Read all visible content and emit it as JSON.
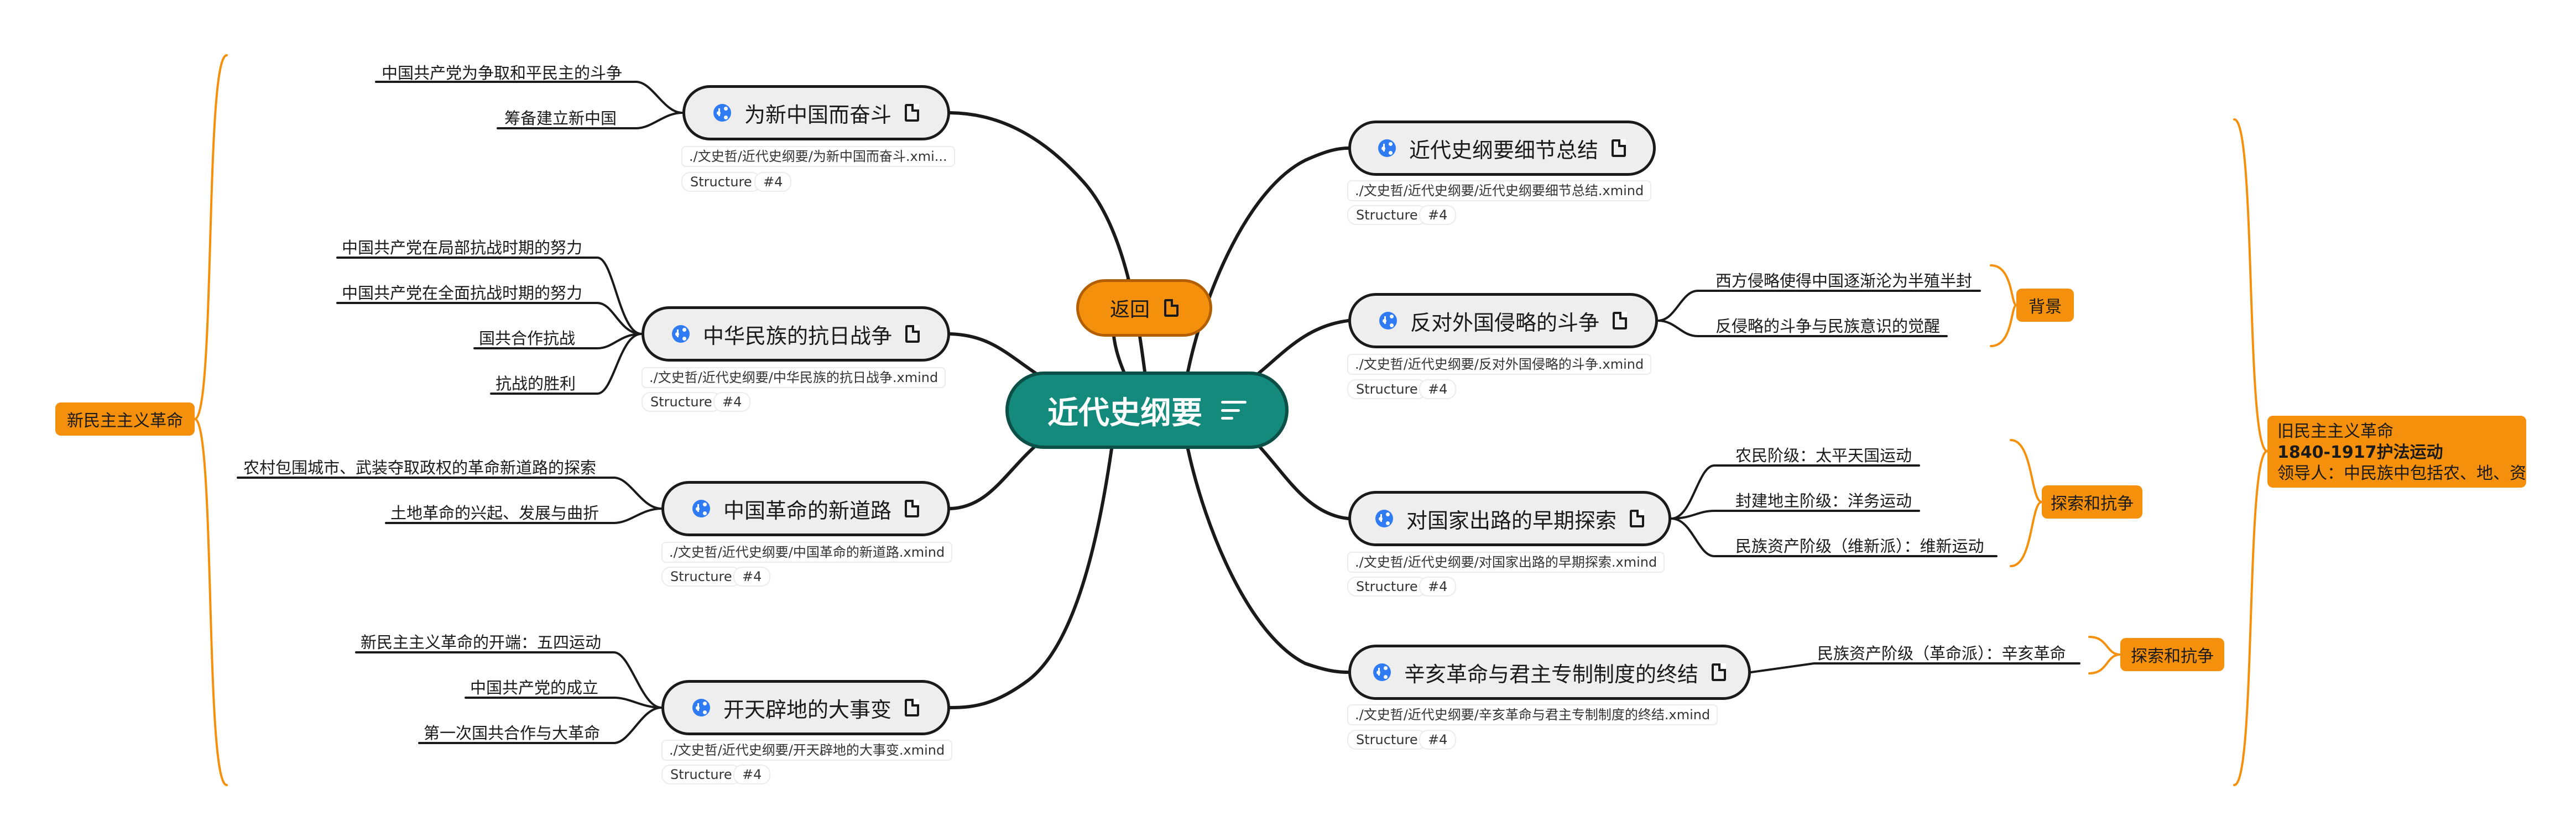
{
  "central": {
    "title": "近代史纲要",
    "icon": "menu-lines-icon"
  },
  "return_button": {
    "label": "返回"
  },
  "colors": {
    "central_fill": "#138a7b",
    "accent_orange": "#f5900c",
    "link_blue": "#2f7bf3",
    "topic_fill": "#eeeeee"
  },
  "left_topics": [
    {
      "title": "为新中国而奋斗",
      "path": "./文史哲/近代史纲要/为新中国而奋斗.xmi...",
      "tags": [
        "Structure",
        "#4"
      ],
      "subtopics": [
        "中国共产党为争取和平民主的斗争",
        "筹备建立新中国"
      ]
    },
    {
      "title": "中华民族的抗日战争",
      "path": "./文史哲/近代史纲要/中华民族的抗日战争.xmind",
      "tags": [
        "Structure",
        "#4"
      ],
      "subtopics": [
        "中国共产党在局部抗战时期的努力",
        "中国共产党在全面抗战时期的努力",
        "国共合作抗战",
        "抗战的胜利"
      ]
    },
    {
      "title": "中国革命的新道路",
      "path": "./文史哲/近代史纲要/中国革命的新道路.xmind",
      "tags": [
        "Structure",
        "#4"
      ],
      "subtopics": [
        "农村包围城市、武装夺取政权的革命新道路的探索",
        "土地革命的兴起、发展与曲折"
      ]
    },
    {
      "title": "开天辟地的大事变",
      "path": "./文史哲/近代史纲要/开天辟地的大事变.xmind",
      "tags": [
        "Structure",
        "#4"
      ],
      "subtopics": [
        "新民主主义革命的开端：五四运动",
        "中国共产党的成立",
        "第一次国共合作与大革命"
      ]
    }
  ],
  "right_topics": [
    {
      "title": "近代史纲要细节总结",
      "path": "./文史哲/近代史纲要/近代史纲要细节总结.xmind",
      "tags": [
        "Structure",
        "#4"
      ],
      "subtopics": []
    },
    {
      "title": "反对外国侵略的斗争",
      "path": "./文史哲/近代史纲要/反对外国侵略的斗争.xmind",
      "tags": [
        "Structure",
        "#4"
      ],
      "subtopics": [
        "西方侵略使得中国逐渐沦为半殖半封",
        "反侵略的斗争与民族意识的觉醒"
      ],
      "summary": "背景"
    },
    {
      "title": "对国家出路的早期探索",
      "path": "./文史哲/近代史纲要/对国家出路的早期探索.xmind",
      "tags": [
        "Structure",
        "#4"
      ],
      "subtopics": [
        "农民阶级：太平天国运动",
        "封建地主阶级：洋务运动",
        "民族资产阶级（维新派）：维新运动"
      ],
      "summary": "探索和抗争"
    },
    {
      "title": "辛亥革命与君主专制制度的终结",
      "path": "./文史哲/近代史纲要/辛亥革命与君主专制制度的终结.xmind",
      "tags": [
        "Structure",
        "#4"
      ],
      "subtopics": [
        "民族资产阶级（革命派）：辛亥革命"
      ],
      "summary": "探索和抗争"
    }
  ],
  "left_summary": "新民主主义革命",
  "right_summary": {
    "lines": [
      "旧民主主义革命",
      "1840-1917护法运动",
      "领导人：中民族中包括农、地、资"
    ]
  }
}
